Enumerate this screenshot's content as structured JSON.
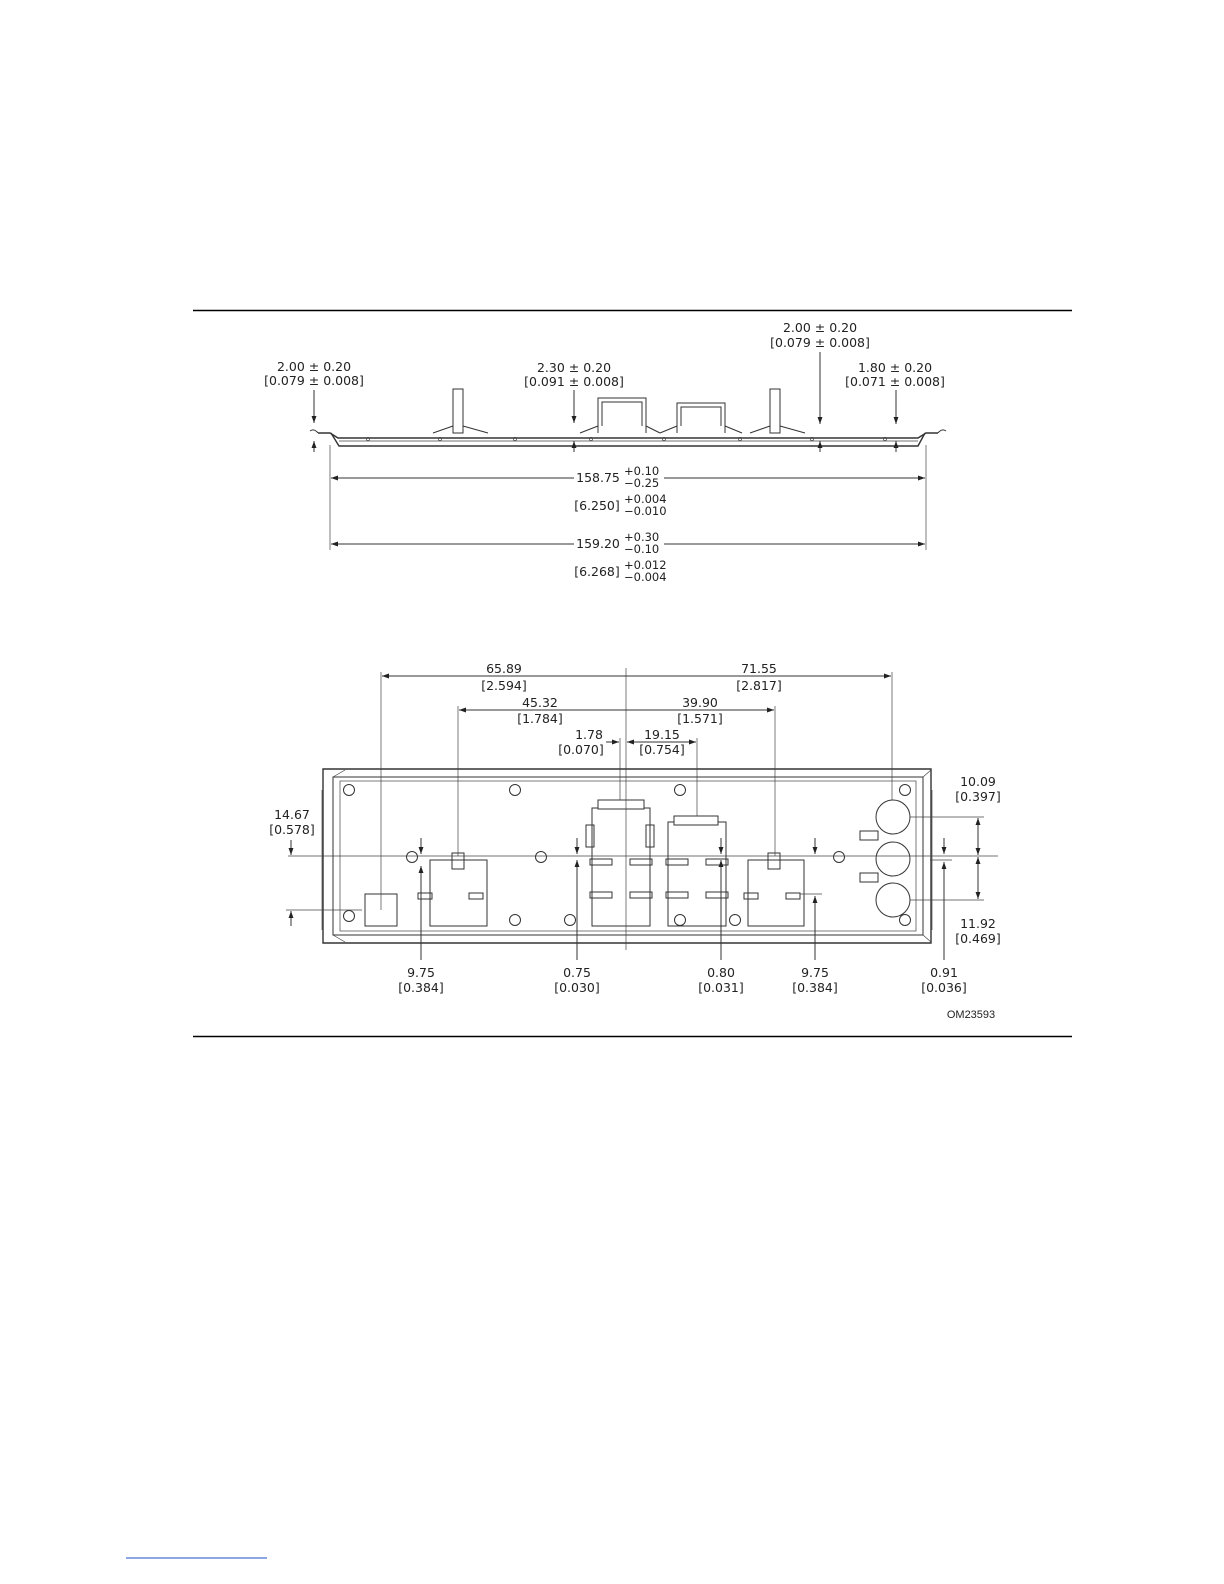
{
  "figure_id": "OM23593",
  "side_view": {
    "dims": {
      "left_height": {
        "mm": "2.00 ± 0.20",
        "in": "[0.079 ± 0.008]"
      },
      "tab_height": {
        "mm": "2.30 ± 0.20",
        "in": "[0.091 ± 0.008]"
      },
      "right_tab_height": {
        "mm": "2.00 ± 0.20",
        "in": "[0.079 ± 0.008]"
      },
      "right_height": {
        "mm": "1.80 ± 0.20",
        "in": "[0.071 ± 0.008]"
      }
    },
    "overall_inner": {
      "mm": "158.75",
      "mm_plus": "+0.10",
      "mm_minus": "−0.25",
      "in": "[6.250]",
      "in_plus": "+0.004",
      "in_minus": "−0.010"
    },
    "overall_outer": {
      "mm": "159.20",
      "mm_plus": "+0.30",
      "mm_minus": "−0.10",
      "in": "[6.268]",
      "in_plus": "+0.012",
      "in_minus": "−0.004"
    }
  },
  "front_view": {
    "top_dims": [
      {
        "mm": "65.89",
        "in": "[2.594]"
      },
      {
        "mm": "71.55",
        "in": "[2.817]"
      },
      {
        "mm": "45.32",
        "in": "[1.784]"
      },
      {
        "mm": "39.90",
        "in": "[1.571]"
      },
      {
        "mm": "1.78",
        "in": "[0.070]"
      },
      {
        "mm": "19.15",
        "in": "[0.754]"
      }
    ],
    "left_dim": {
      "mm": "14.67",
      "in": "[0.578]"
    },
    "right_dims": [
      {
        "mm": "10.09",
        "in": "[0.397]"
      },
      {
        "mm": "11.92",
        "in": "[0.469]"
      }
    ],
    "bottom_dims": [
      {
        "mm": "9.75",
        "in": "[0.384]"
      },
      {
        "mm": "0.75",
        "in": "[0.030]"
      },
      {
        "mm": "0.80",
        "in": "[0.031]"
      },
      {
        "mm": "9.75",
        "in": "[0.384]"
      },
      {
        "mm": "0.91",
        "in": "[0.036]"
      }
    ]
  }
}
